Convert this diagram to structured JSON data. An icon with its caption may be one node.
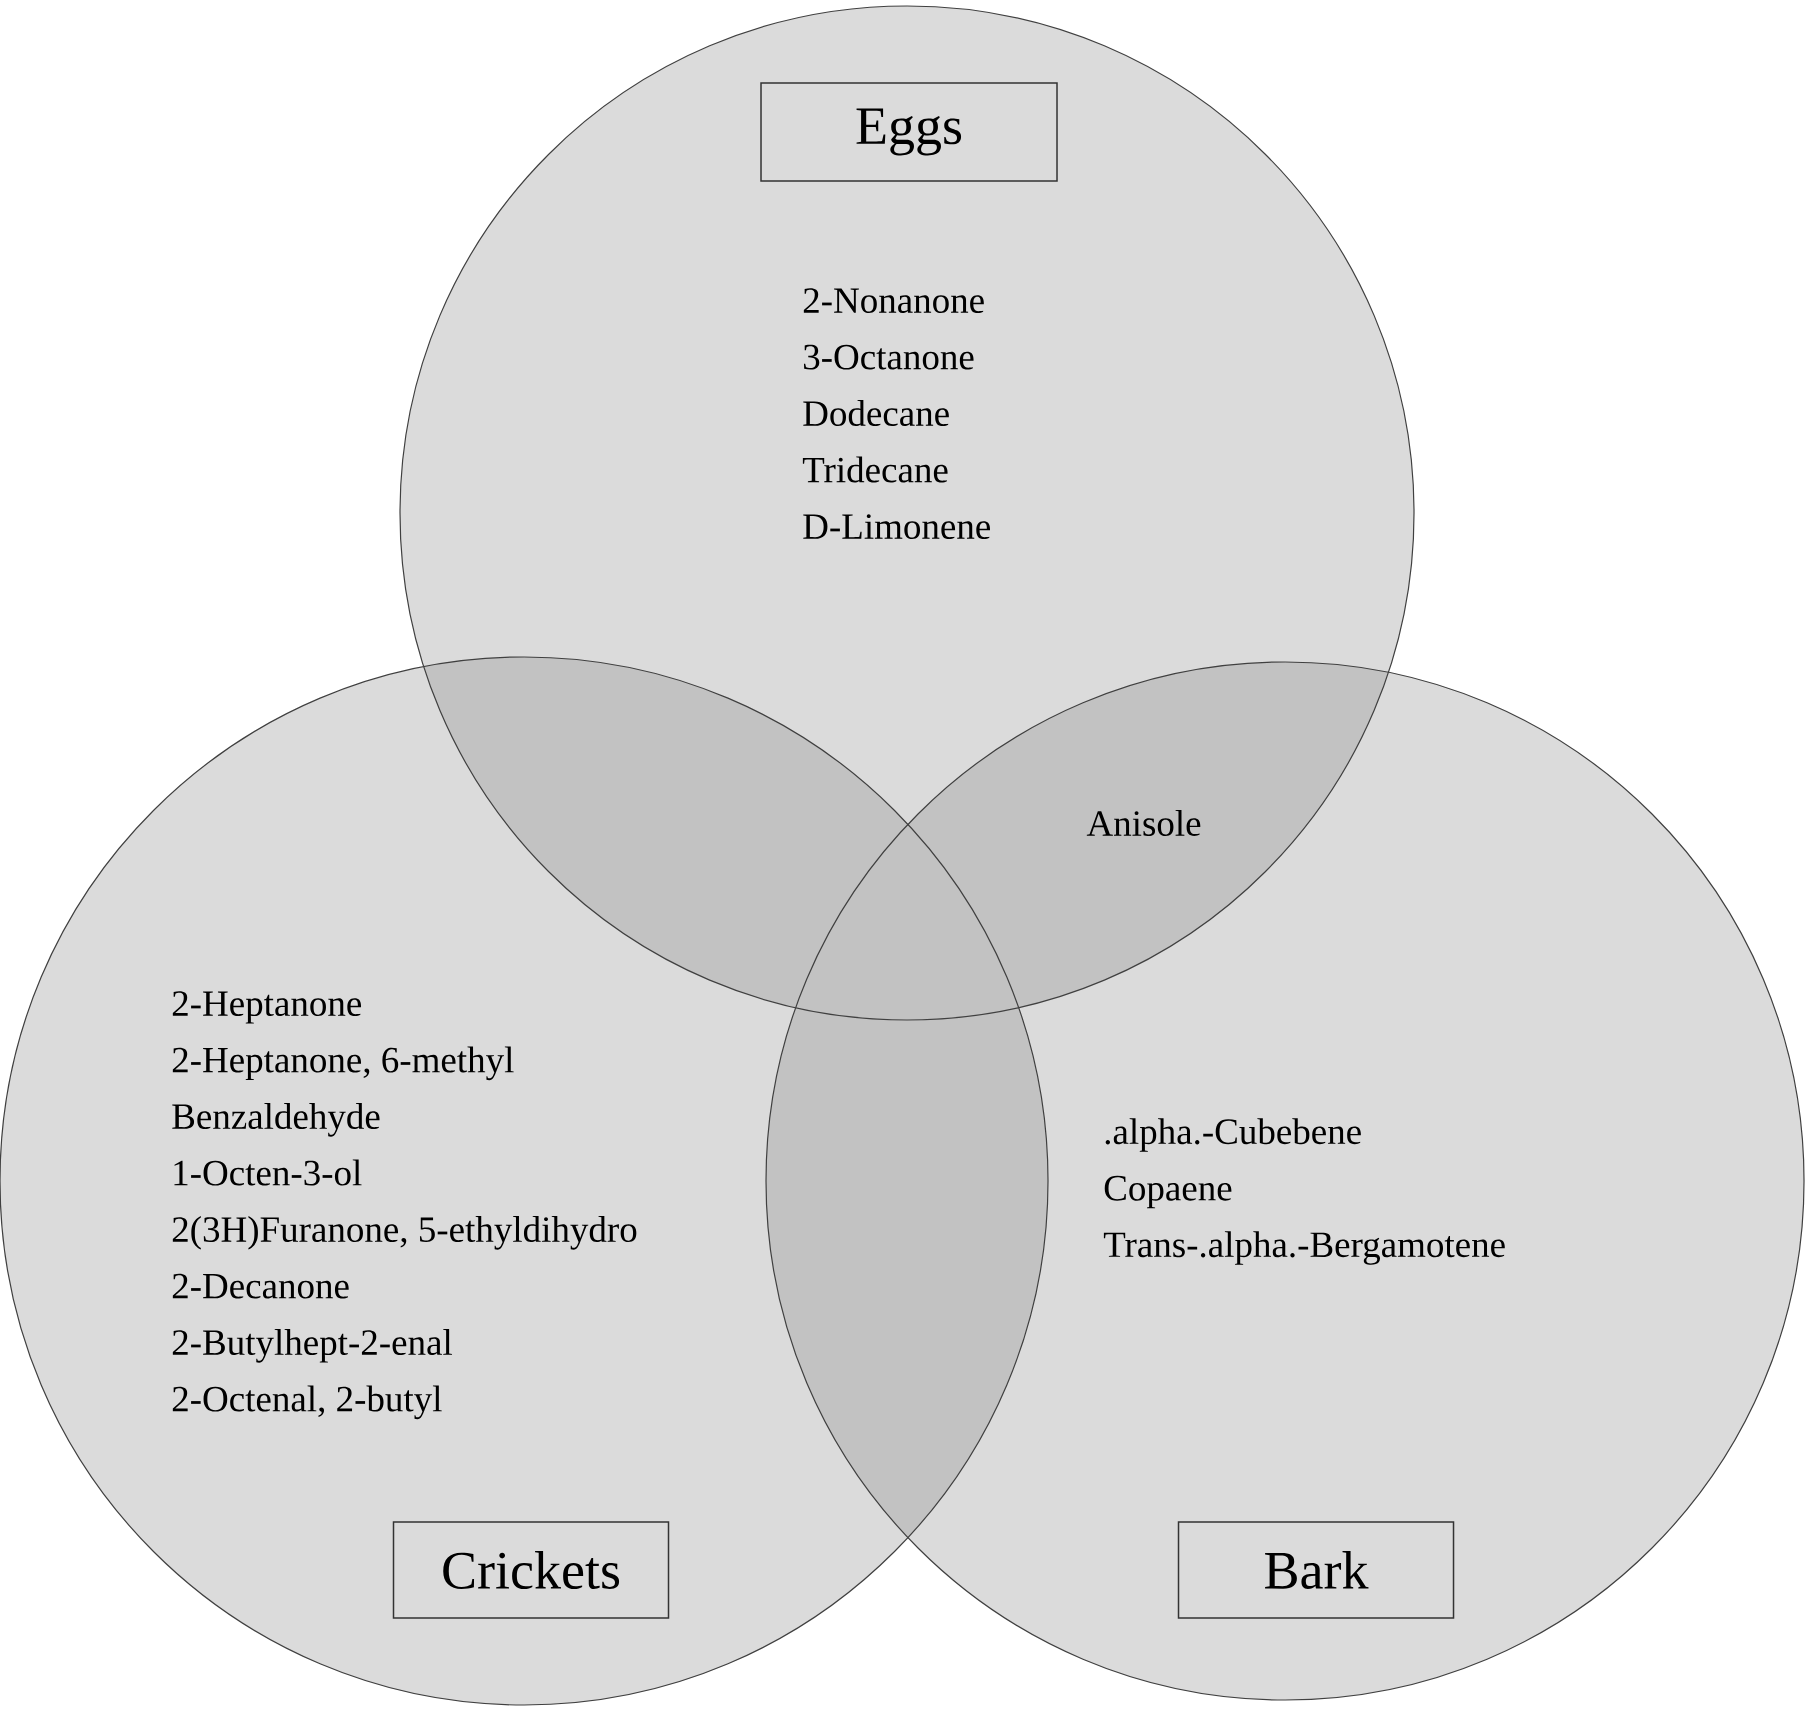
{
  "diagram": {
    "nodes": [
      {
        "text": [
          "2-Nonanone",
          "3-Octanone",
          "Dodecane",
          "Tridecane",
          "D-Limonene"
        ]
      },
      {
        "text": [
          "2-Heptanone",
          "2-Heptanone, 6-methyl",
          "Benzaldehyde",
          "1-Octen-3-ol",
          "2(3H)Furanone, 5-ethyldihydro",
          "2-Decanone",
          "2-Butylhept-2-enal",
          "2-Octenal, 2-butyl"
        ]
      },
      {
        "text": [
          ".alpha.-Cubebene",
          "Copaene",
          "Trans-.alpha.-Bergamotene"
        ]
      },
      {
        "text": [
          "Eggs"
        ],
        "in": 0
      },
      {
        "text": [
          "Crickets"
        ],
        "in": 1
      },
      {
        "text": [
          "Bark"
        ],
        "in": 2
      }
    ],
    "labels": [
      "Anisole"
    ]
  }
}
